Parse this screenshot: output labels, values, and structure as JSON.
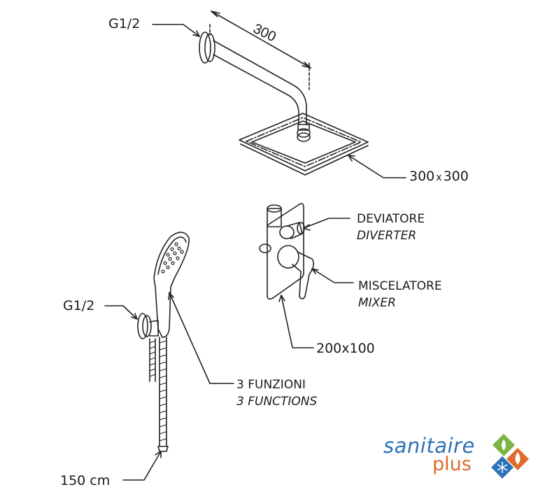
{
  "labels": {
    "top_inlet": "G1/2",
    "arm_length": "300",
    "head_size_a": "300",
    "head_size_x": "x",
    "head_size_b": "300",
    "diverter_it": "DEVIATORE",
    "diverter_en": "DIVERTER",
    "mixer_it": "MISCELATORE",
    "mixer_en": "MIXER",
    "plate_size": "200x100",
    "hand_inlet": "G1/2",
    "functions_it": "3 FUNZIONI",
    "functions_en": "3 FUNCTIONS",
    "hose_length": "150 cm"
  },
  "brand": {
    "line1": "sanitaire",
    "line2": "plus",
    "colors": {
      "blue": "#2d72b8",
      "orange": "#e06a2c",
      "green": "#7cb342",
      "snow": "#2d72b8"
    }
  }
}
